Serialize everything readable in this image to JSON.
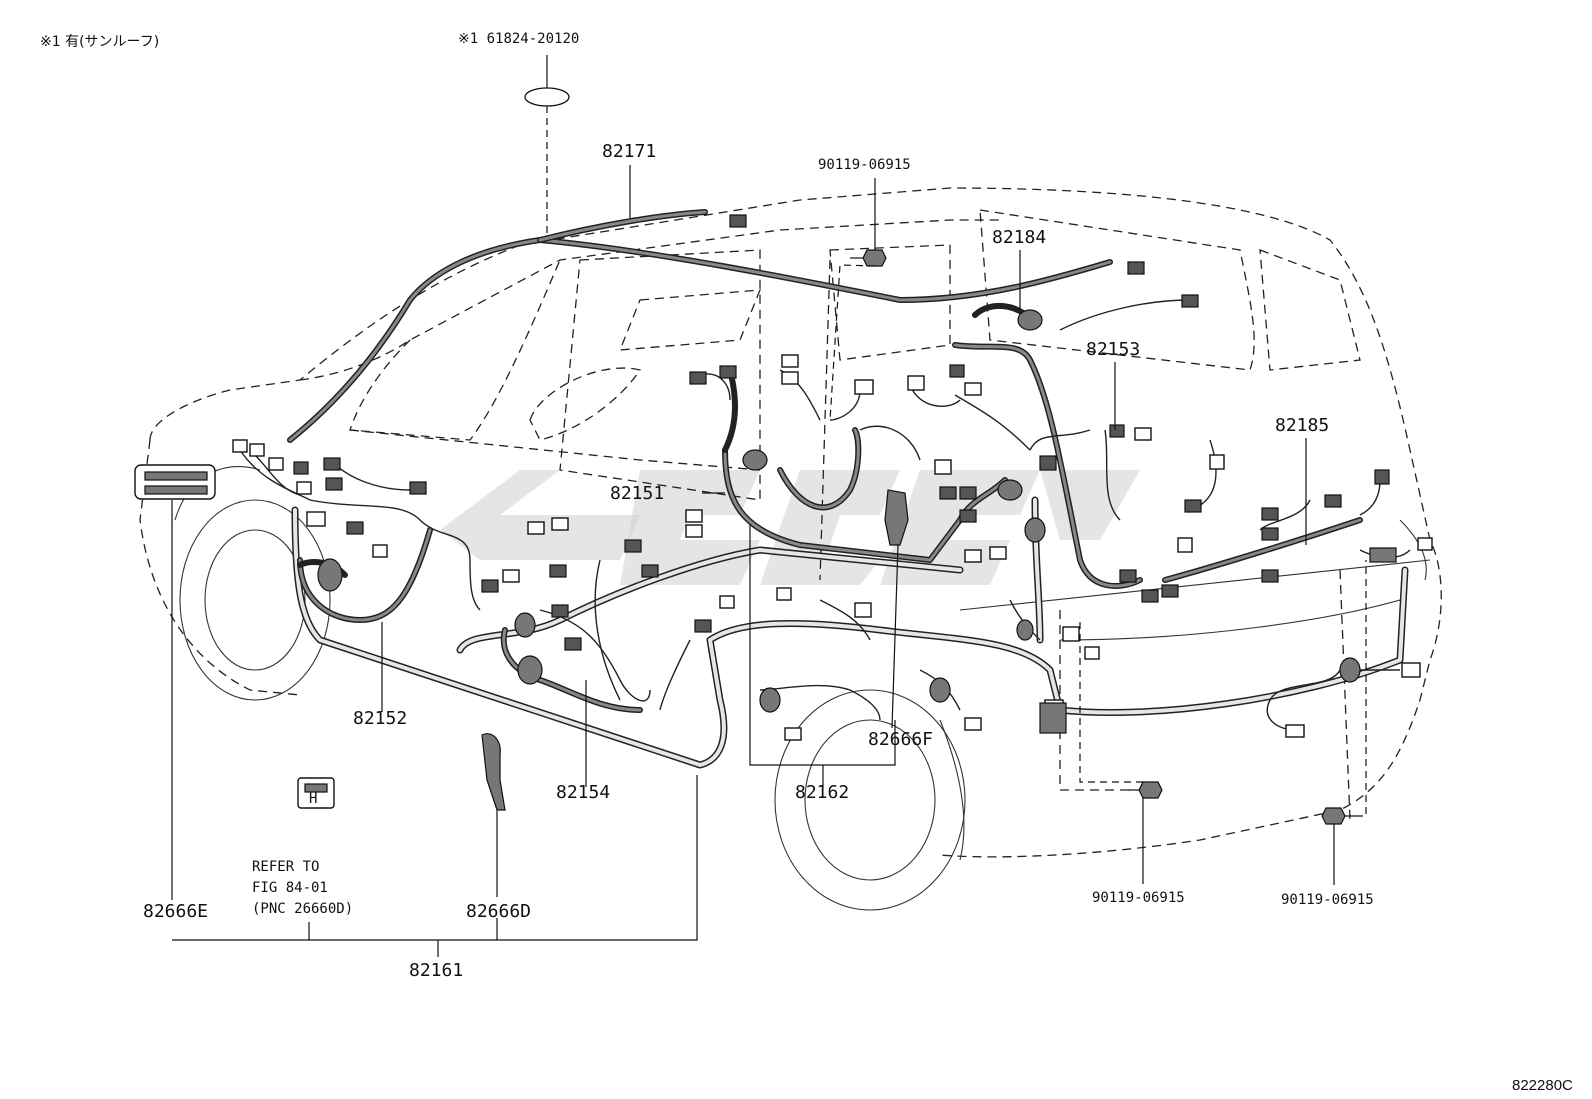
{
  "note": "※1  有(サンルーフ)",
  "sunroof_part": "※1 61824-20120",
  "drawing_id": "822280C",
  "refer": {
    "line1": "REFER TO",
    "line2": "FIG 84-01",
    "line3": "(PNC 26660D)"
  },
  "labels": {
    "p82171": "82171",
    "p82184": "82184",
    "p82153": "82153",
    "p82185": "82185",
    "p82151": "82151",
    "p82152": "82152",
    "p82154": "82154",
    "p82162": "82162",
    "p82666F": "82666F",
    "p82666E": "82666E",
    "p82666D": "82666D",
    "p82161": "82161",
    "bolt_top": "90119-06915",
    "bolt_bottom_left": "90119-06915",
    "bolt_bottom_right": "90119-06915"
  }
}
